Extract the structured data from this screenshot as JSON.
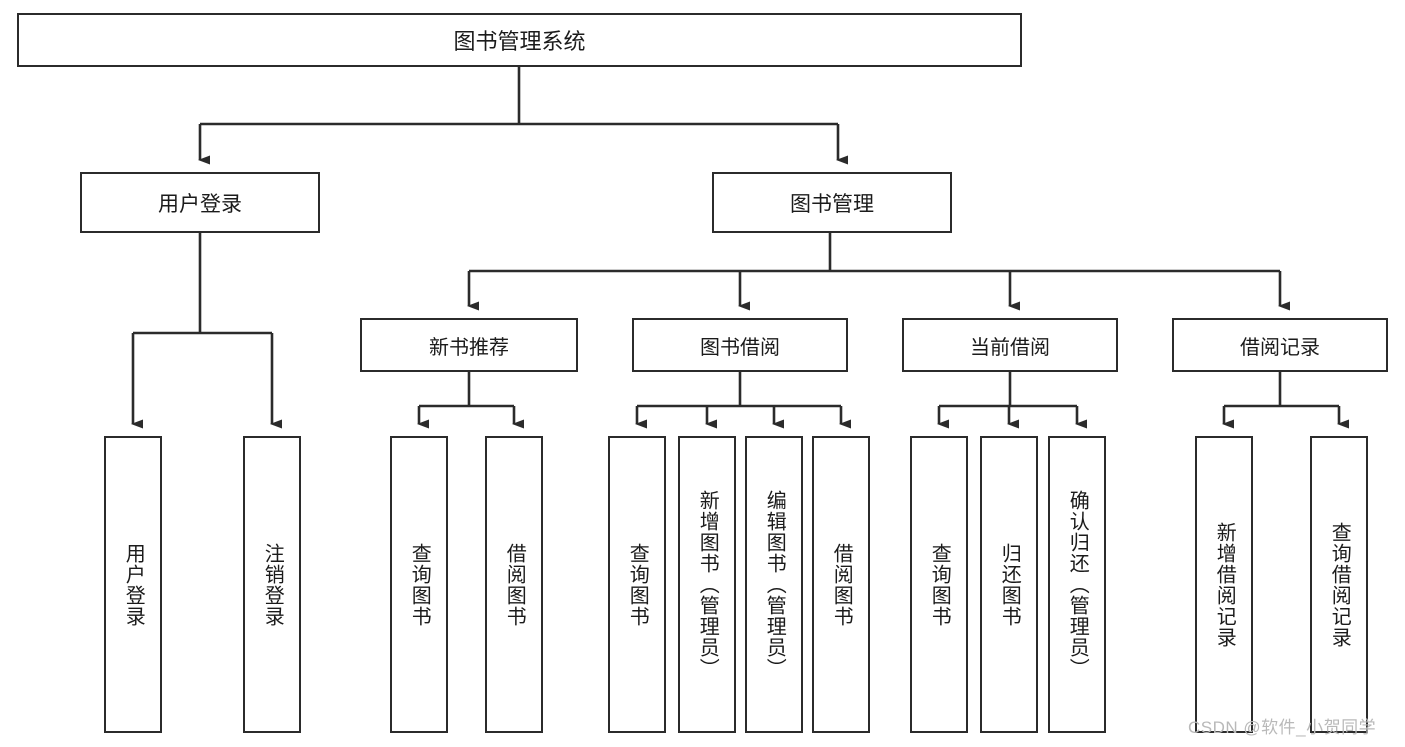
{
  "diagram": {
    "title": "图书管理系统",
    "watermark": "CSDN @软件_小贺同学",
    "colors": {
      "stroke": "#2b2b2b",
      "box_fill": "#ffffff",
      "text": "#1b1b1b",
      "watermark": "#b9b9b9",
      "background": "#ffffff"
    },
    "root": {
      "label": "图书管理系统"
    },
    "level1": [
      {
        "label": "用户登录"
      },
      {
        "label": "图书管理"
      }
    ],
    "level2": [
      {
        "label": "新书推荐"
      },
      {
        "label": "图书借阅"
      },
      {
        "label": "当前借阅"
      },
      {
        "label": "借阅记录"
      }
    ],
    "leaves": {
      "user_login": [
        {
          "label": "用户登录"
        },
        {
          "label": "注销登录"
        }
      ],
      "new_book_recommend": [
        {
          "label": "查询图书"
        },
        {
          "label": "借阅图书"
        }
      ],
      "book_borrow": [
        {
          "label": "查询图书"
        },
        {
          "label": "新增图书（管理员）"
        },
        {
          "label": "编辑图书（管理员）"
        },
        {
          "label": "借阅图书"
        }
      ],
      "current_borrow": [
        {
          "label": "查询图书"
        },
        {
          "label": "归还图书"
        },
        {
          "label": "确认归还（管理员）"
        }
      ],
      "borrow_record": [
        {
          "label": "新增借阅记录"
        },
        {
          "label": "查询借阅记录"
        }
      ]
    }
  }
}
